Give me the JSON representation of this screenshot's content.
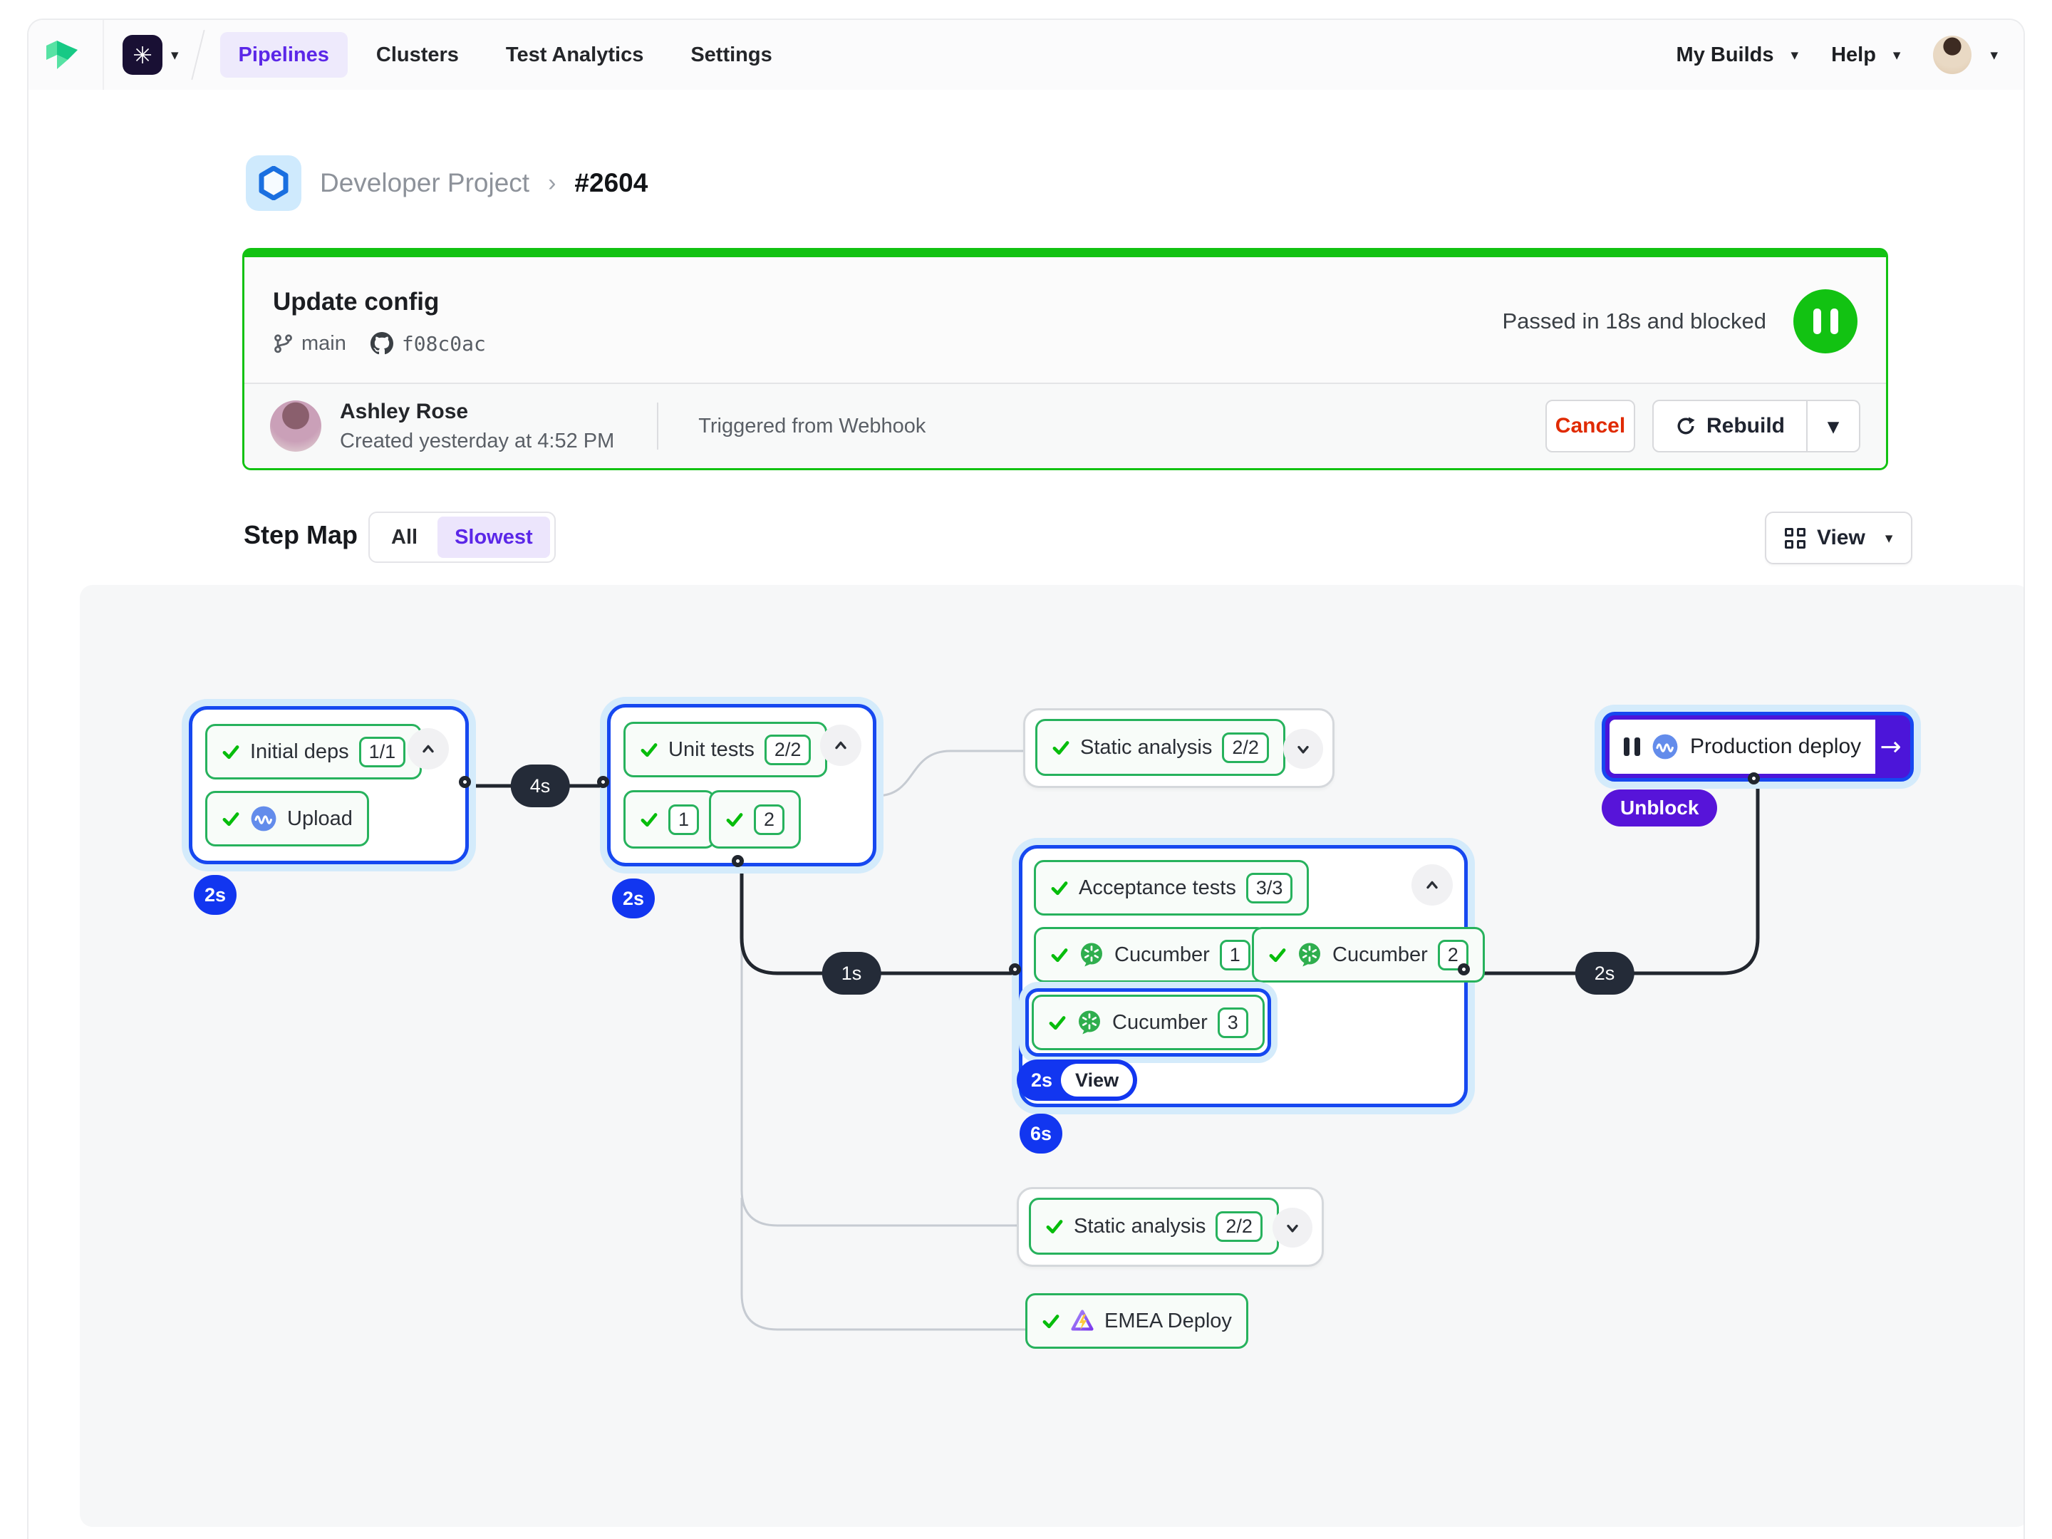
{
  "nav": {
    "org_symbol": "✳",
    "tabs": [
      "Pipelines",
      "Clusters",
      "Test Analytics",
      "Settings"
    ],
    "my_builds": "My Builds",
    "help": "Help"
  },
  "breadcrumb": {
    "project": "Developer Project",
    "separator": "›",
    "build_number": "#2604"
  },
  "build": {
    "title": "Update config",
    "branch": "main",
    "commit": "f08c0ac",
    "status": "Passed in 18s and blocked",
    "author": "Ashley Rose",
    "created": "Created yesterday at 4:52 PM",
    "trigger": "Triggered from Webhook",
    "cancel": "Cancel",
    "rebuild": "Rebuild"
  },
  "step_map": {
    "title": "Step Map",
    "filter_all": "All",
    "filter_slowest": "Slowest",
    "view": "View"
  },
  "graph": {
    "initial_deps": {
      "label": "Initial deps",
      "count": "1/1",
      "duration": "2s"
    },
    "upload": {
      "label": "Upload"
    },
    "unit_tests": {
      "label": "Unit tests",
      "count": "2/2",
      "sub1": "1",
      "sub2": "2",
      "duration": "2s"
    },
    "static_analysis_top": {
      "label": "Static analysis",
      "count": "2/2"
    },
    "acceptance": {
      "label": "Acceptance tests",
      "count": "3/3",
      "duration": "6s",
      "selected_duration": "2s",
      "view": "View"
    },
    "cucumber1": {
      "label": "Cucumber",
      "count": "1"
    },
    "cucumber2": {
      "label": "Cucumber",
      "count": "2"
    },
    "cucumber3": {
      "label": "Cucumber",
      "count": "3"
    },
    "production": {
      "label": "Production deploy",
      "unblock": "Unblock"
    },
    "static_analysis_bottom": {
      "label": "Static analysis",
      "count": "2/2"
    },
    "emea": {
      "label": "EMEA Deploy"
    },
    "connectors": {
      "c1": "4s",
      "c2": "1s",
      "c3": "2s"
    }
  },
  "colors": {
    "green": "#12c212",
    "blue": "#1648f0",
    "badge_blue": "#1236f0",
    "purple": "#5714d9",
    "red": "#e02a00"
  }
}
